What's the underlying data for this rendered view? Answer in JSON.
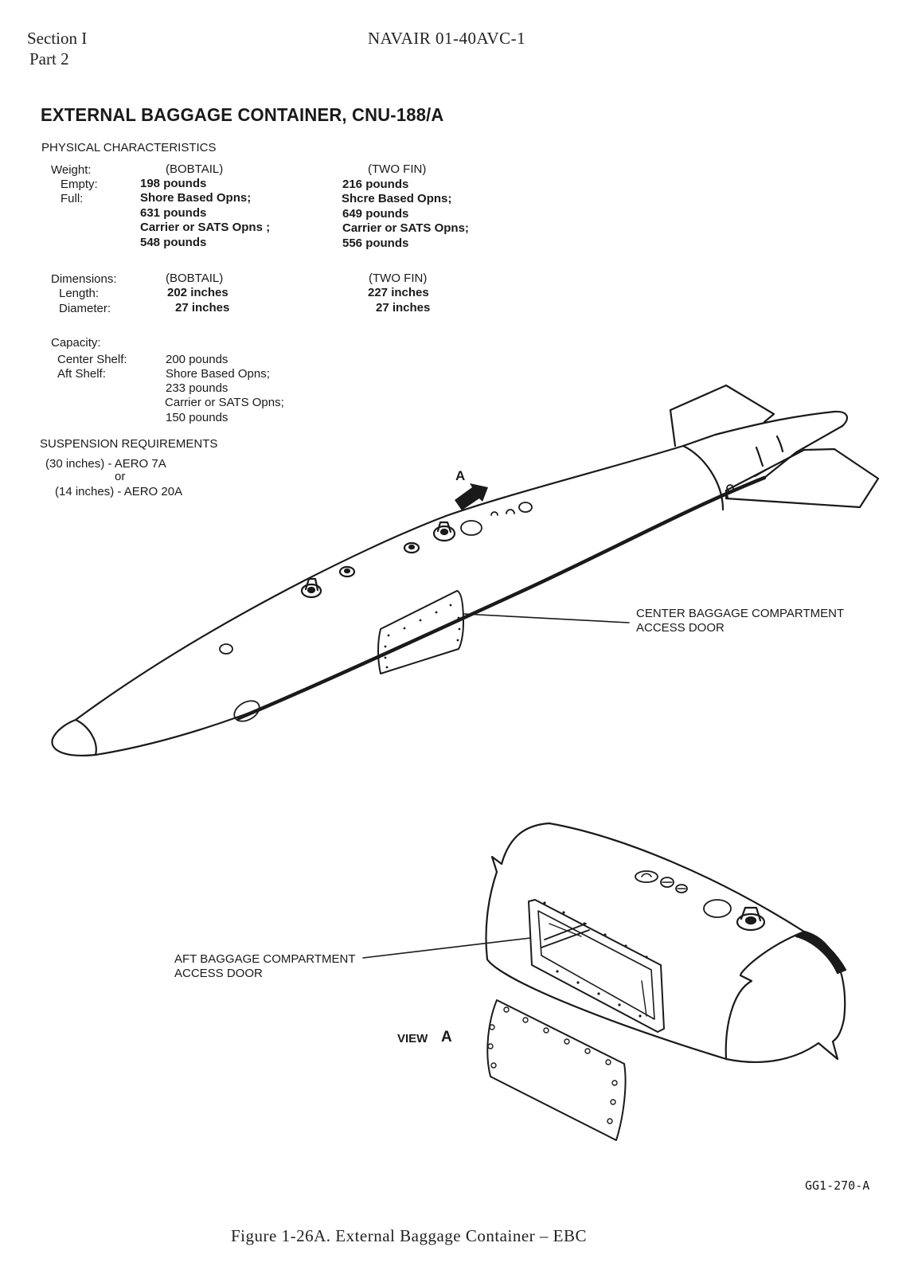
{
  "header": {
    "section": "Section I",
    "part": "Part 2",
    "doc_number": "NAVAIR 01-40AVC-1"
  },
  "title": "EXTERNAL BAGGAGE CONTAINER, CNU-188/A",
  "physical": {
    "heading": "PHYSICAL CHARACTERISTICS",
    "weight": {
      "label": "Weight:",
      "empty_label": "Empty:",
      "full_label": "Full:",
      "bobtail": {
        "head": "(BOBTAIL)",
        "empty": "198 pounds",
        "shore": "Shore Based Opns;",
        "shore_val": "631 pounds",
        "carrier": "Carrier or SATS Opns ;",
        "carrier_val": "548 pounds"
      },
      "twofin": {
        "head": "(TWO FIN)",
        "empty": "216 pounds",
        "shore": "Shcre Based Opns;",
        "shore_val": "649 pounds",
        "carrier": "Carrier or SATS Opns;",
        "carrier_val": "556 pounds"
      }
    },
    "dimensions": {
      "label": "Dimensions:",
      "length_label": "Length:",
      "diameter_label": "Diameter:",
      "bobtail": {
        "head": "(BOBTAIL)",
        "length": "202 inches",
        "diameter": "27 inches"
      },
      "twofin": {
        "head": "(TWO FIN)",
        "length": "227 inches",
        "diameter": "27 inches"
      }
    },
    "capacity": {
      "label": "Capacity:",
      "center_label": "Center Shelf:",
      "aft_label": "Aft Shelf:",
      "center": "200 pounds",
      "shore": "Shore Based Opns;",
      "shore_val": "233 pounds",
      "carrier": "Carrier or SATS Opns;",
      "carrier_val": "150 pounds"
    }
  },
  "suspension": {
    "heading": "SUSPENSION REQUIREMENTS",
    "line1": "(30 inches) - AERO 7A",
    "or": "or",
    "line2": "(14 inches) - AERO 20A"
  },
  "callouts": {
    "arrow_a": "A",
    "center_door_1": "CENTER BAGGAGE COMPARTMENT",
    "center_door_2": "ACCESS DOOR",
    "aft_door_1": "AFT BAGGAGE COMPARTMENT",
    "aft_door_2": "ACCESS DOOR",
    "view_label": "VIEW",
    "view_letter": "A"
  },
  "figure_code": "GG1-270-A",
  "caption": "Figure 1-26A.  External Baggage Container – EBC"
}
